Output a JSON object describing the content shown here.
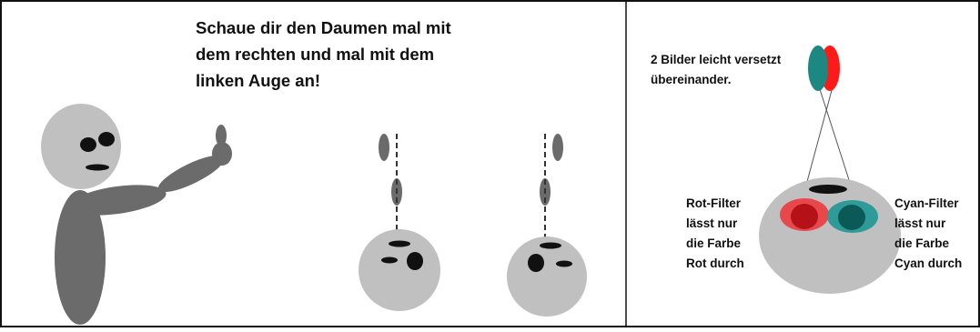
{
  "left_panel": {
    "instruction_lines": [
      "Schaue dir den Daumen mal mit",
      "dem rechten und mal mit dem",
      "linken Auge an!"
    ]
  },
  "right_panel": {
    "top_caption_lines": [
      "2 Bilder leicht versetzt",
      "übereinander."
    ],
    "rot_filter_lines": [
      "Rot-Filter",
      "lässt nur",
      "die Farbe",
      "Rot durch"
    ],
    "cyan_filter_lines": [
      "Cyan-Filter",
      "lässt nur",
      "die Farbe",
      "Cyan durch"
    ]
  },
  "colors": {
    "frame": "#111111",
    "head_light": "#c0c0c0",
    "body_dark": "#6b6b6b",
    "eye": "#111111",
    "red_filter": "#e8474b",
    "red_dark": "#b51118",
    "cyan_filter": "#2f9b99",
    "cyan_dark": "#0b5a58",
    "red_image": "#ff1a1a",
    "teal_image": "#1d8781"
  }
}
